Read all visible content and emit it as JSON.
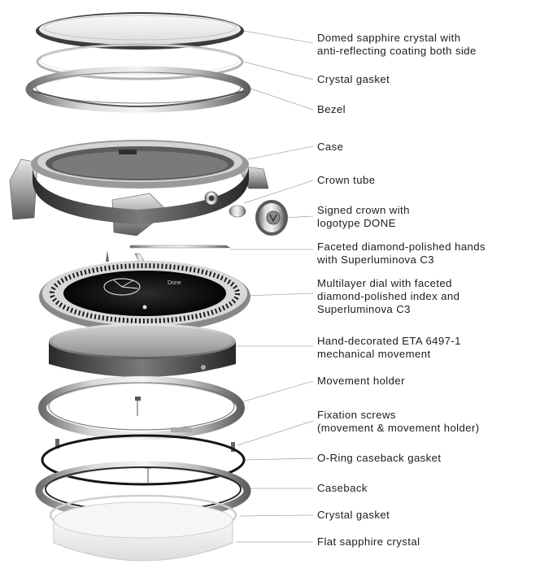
{
  "labels": [
    {
      "lines": [
        "Domed sapphire crystal with",
        "anti-reflecting coating both side"
      ]
    },
    {
      "lines": [
        "Crystal gasket"
      ]
    },
    {
      "lines": [
        "Bezel"
      ]
    },
    {
      "lines": [
        "Case"
      ]
    },
    {
      "lines": [
        "Crown tube"
      ]
    },
    {
      "lines": [
        "Signed crown with",
        "logotype DONE"
      ]
    },
    {
      "lines": [
        "Faceted diamond-polished hands",
        "with Superluminova C3"
      ]
    },
    {
      "lines": [
        "Multilayer dial with faceted",
        "diamond-polished index and",
        "Superluminova C3"
      ]
    },
    {
      "lines": [
        "Hand-decorated ETA 6497-1",
        "mechanical movement"
      ]
    },
    {
      "lines": [
        "Movement holder"
      ]
    },
    {
      "lines": [
        "Fixation screws",
        "(movement & movement holder)"
      ]
    },
    {
      "lines": [
        "O-Ring caseback gasket"
      ]
    },
    {
      "lines": [
        "Caseback"
      ]
    },
    {
      "lines": [
        "Crystal gasket"
      ]
    },
    {
      "lines": [
        "Flat sapphire crystal"
      ]
    }
  ],
  "dial_logo": "Done"
}
